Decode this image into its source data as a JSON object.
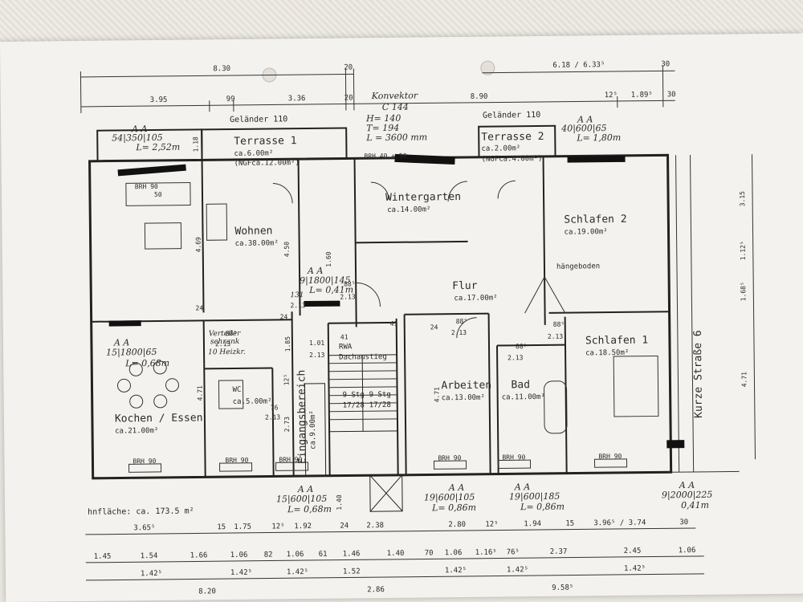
{
  "top_dims": {
    "row1": [
      "8.30",
      "20",
      "6.18 / 6.33⁵",
      "30"
    ],
    "row2": [
      "3.95",
      "99",
      "3.36",
      "20",
      "8.90",
      "12⁵",
      "1.89⁵",
      "30"
    ]
  },
  "handwritten": {
    "konvektor": "Konvektor",
    "konvektor_type": "C 144",
    "konvektor_h": "H= 140",
    "konvektor_t": "T= 194",
    "konvektor_l": "L = 3600 mm",
    "aa1": "A A",
    "aa1_spec": "54|350|105",
    "aa1_l": "L= 2,52m",
    "aa2": "A A",
    "aa2_spec": "40|600|65",
    "aa2_l": "L= 1,80m",
    "aa3": "A A",
    "aa3_spec": "9|1800|145",
    "aa3_l": "L= 0,41m",
    "aa4": "A A",
    "aa4_spec": "15|1800|65",
    "aa4_l": "L= 0,68m",
    "aa5": "A A",
    "aa5_spec": "15|600|105",
    "aa5_l": "L= 0,68m",
    "aa6": "A A",
    "aa6_spec": "19|600|105",
    "aa6_l": "L= 0,86m",
    "aa7": "A A",
    "aa7_spec": "19|600|185",
    "aa7_l": "L= 0,86m",
    "aa8": "A A",
    "aa8_spec": "9|2000|225",
    "aa8_l": "0,41m",
    "verteiler": "Verteiler",
    "schrank": "schrank",
    "heizkreise": "10 Heizkr.",
    "dim_131": "131"
  },
  "rooms": {
    "gelaender_left": "Geländer 110",
    "gelaender_right": "Geländer 110",
    "terrasse1": "Terrasse 1",
    "terrasse1_area": "ca.6.00m²",
    "terrasse1_ngf": "(NGFca.12.00m²)",
    "terrasse2": "Terrasse 2",
    "terrasse2_area": "ca.2.00m²",
    "terrasse2_ngf": "(NGFca.4.00m²)",
    "wintergarten": "Wintergarten",
    "wintergarten_area": "ca.14.00m²",
    "wohnen": "Wohnen",
    "wohnen_area": "ca.38.00m²",
    "schlafen2": "Schlafen 2",
    "schlafen2_area": "ca.19.00m²",
    "haengeboden": "hängeboden",
    "flur": "Flur",
    "flur_area": "ca.17.00m²",
    "schlafen1": "Schlafen 1",
    "schlafen1_area": "ca.18.50m²",
    "rwa": "RWA",
    "dachaustieg": "Dachaustieg",
    "arbeiten": "Arbeiten",
    "arbeiten_area": "ca.13.00m²",
    "bad": "Bad",
    "bad_area": "ca.11.00m²",
    "kochen": "Kochen / Essen",
    "kochen_area": "ca.21.00m²",
    "wc": "WC",
    "wc_area": "ca.5.00m²",
    "eingang": "Eingangsbereich",
    "eingang_area": "ca.9.00m²",
    "stg_left": "9 Stg",
    "stg_left2": "17/28",
    "stg_right": "9 Stg",
    "stg_right2": "17/28",
    "kurze_strasse": "Kurze Straße 6",
    "brh90": "BRH 90",
    "brh40": "BRH 40 + 50",
    "sofa": "50",
    "wohnflaeche": "hnfläche: ca. 173.5 m²"
  },
  "inner_dims": {
    "d_118": "1.18",
    "d_469": "4.69",
    "d_450": "4.50",
    "d_160": "1.60",
    "d_88a": "88⁵",
    "d_213a": "2.13",
    "d_213b": "2.13",
    "d_24a": "24",
    "d_24b": "24",
    "d_101": "1.01",
    "d_213c": "2.13",
    "d_185": "1.85",
    "d_471a": "4.71",
    "d_213d": "2.13",
    "d_273": "2.73",
    "d_12": "12⁵",
    "d_88b": "88⁵",
    "d_213e": "2.13",
    "d_471b": "4.71",
    "d_88c": "88⁵",
    "d_213f": "2.13",
    "d_88d": "88⁵",
    "d_213g": "2.13",
    "d_76": "76",
    "d_213h": "2.13",
    "d_88e": "88⁵",
    "d_140": "1.40",
    "d_315": "3.15",
    "d_112": "1.12⁵",
    "d_168": "1.68⁵",
    "d_24c": "24",
    "d_471c": "4.71",
    "circ_41a": "41",
    "circ_41b": "41"
  },
  "bottom_dims": {
    "row1": [
      "3.65⁵",
      "15",
      "1.75",
      "12⁵",
      "1.92",
      "24",
      "2.38",
      "2.80",
      "12⁵",
      "1.94",
      "15",
      "3.96⁵ / 3.74",
      "30"
    ],
    "row2": [
      "1.45",
      "1.54",
      "1.66",
      "1.06",
      "82",
      "1.06",
      "61",
      "1.46",
      "1.40",
      "70",
      "1.06",
      "1.16⁵",
      "76⁵",
      "2.37",
      "2.45",
      "1.06"
    ],
    "row3": [
      "1.42⁵",
      "1.42⁵",
      "1.42⁵",
      "1.52",
      "1.42⁵",
      "1.42⁵",
      "1.42⁵"
    ],
    "row4": [
      "8.20",
      "2.86",
      "9.58⁵"
    ]
  }
}
